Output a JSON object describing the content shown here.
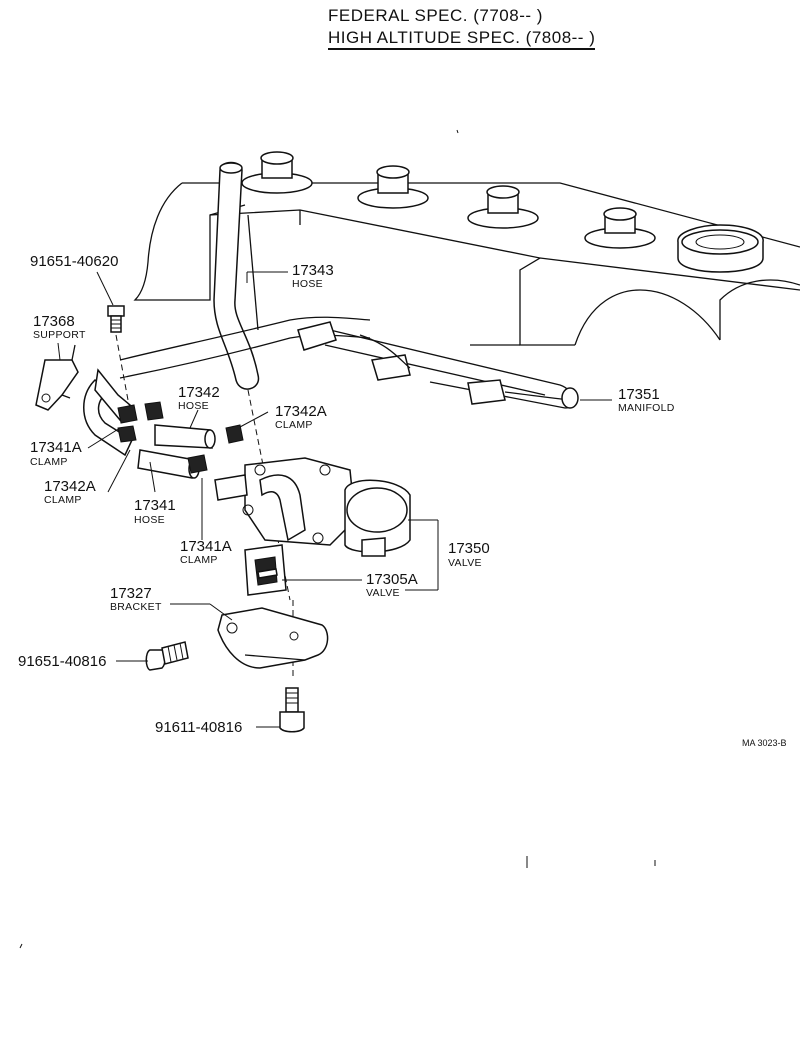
{
  "header": {
    "line1": "FEDERAL SPEC. (7708-- )",
    "line2": "HIGH ALTITUDE SPEC. (7808-- )"
  },
  "callouts": [
    {
      "id": "c_91651_40620",
      "number": "91651-40620",
      "name": ""
    },
    {
      "id": "c_17343",
      "number": "17343",
      "name": "HOSE"
    },
    {
      "id": "c_17368",
      "number": "17368",
      "name": "SUPPORT"
    },
    {
      "id": "c_17342",
      "number": "17342",
      "name": "HOSE"
    },
    {
      "id": "c_17342A_top",
      "number": "17342A",
      "name": "CLAMP"
    },
    {
      "id": "c_17351",
      "number": "17351",
      "name": "MANIFOLD"
    },
    {
      "id": "c_17341A_left",
      "number": "17341A",
      "name": "CLAMP"
    },
    {
      "id": "c_17342A_left",
      "number": "17342A",
      "name": "CLAMP"
    },
    {
      "id": "c_17341",
      "number": "17341",
      "name": "HOSE"
    },
    {
      "id": "c_17341A_bottom",
      "number": "17341A",
      "name": "CLAMP"
    },
    {
      "id": "c_17350",
      "number": "17350",
      "name": "VALVE"
    },
    {
      "id": "c_17305A",
      "number": "17305A",
      "name": "VALVE"
    },
    {
      "id": "c_17327",
      "number": "17327",
      "name": "BRACKET"
    },
    {
      "id": "c_91651_40816",
      "number": "91651-40816",
      "name": ""
    },
    {
      "id": "c_91611_40816",
      "number": "91611-40816",
      "name": ""
    }
  ],
  "figure_code": "MA 3023-B",
  "icons": [
    "engine-head-icon",
    "hose-icon",
    "valve-icon",
    "bracket-icon",
    "bolt-icon",
    "clamp-icon"
  ]
}
